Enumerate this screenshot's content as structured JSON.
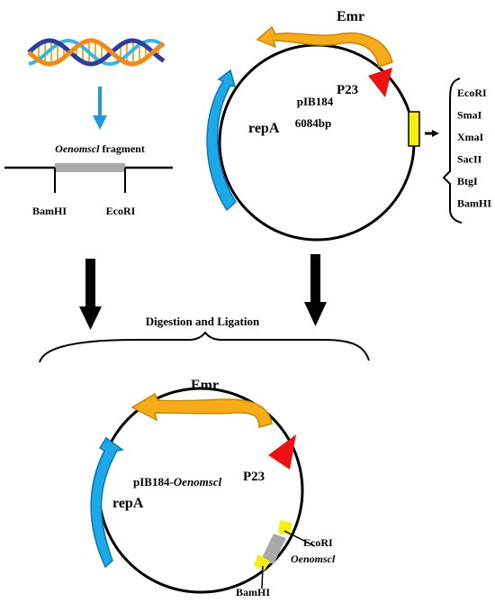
{
  "colors": {
    "emr": "#f5ac18",
    "emr_stroke": "#c98800",
    "repa": "#1da8e8",
    "repa_stroke": "#0a78b4",
    "p23": "#ee1111",
    "mcs_box": "#f7ef0a",
    "fragment": "#a9a9a9",
    "site_marker": "#f6ef0a",
    "dna_strand_a": "#f08a1a",
    "dna_strand_b": "#2f3d9a",
    "dna_strand_c": "#36b5e6",
    "dna_rung": "#e8b32a",
    "arrow_blue": "#1e9bd9",
    "black": "#000000"
  },
  "dna_icon": "double-helix-icon",
  "fragment": {
    "label_italic": "Oenomscl",
    "label_rest": " fragment",
    "site_left": "BamHI",
    "site_right": "EcoRI"
  },
  "vector": {
    "name": "pIB184",
    "size": "6084bp",
    "gene_emr": "Emr",
    "gene_repa": "repA",
    "promoter": "P23"
  },
  "mcs_sites": [
    "EcoRI",
    "SmaI",
    "XmaI",
    "SacII",
    "BtgI",
    "BamHI"
  ],
  "step_label": "Digestion and Ligation",
  "product": {
    "name_prefix": "pIB184-",
    "name_italic": "Oenomscl",
    "gene_emr": "Emr",
    "gene_repa": "repA",
    "promoter": "P23",
    "insert_label": "Oenomscl",
    "site_top": "EcoRI",
    "site_bottom": "BamHI"
  }
}
